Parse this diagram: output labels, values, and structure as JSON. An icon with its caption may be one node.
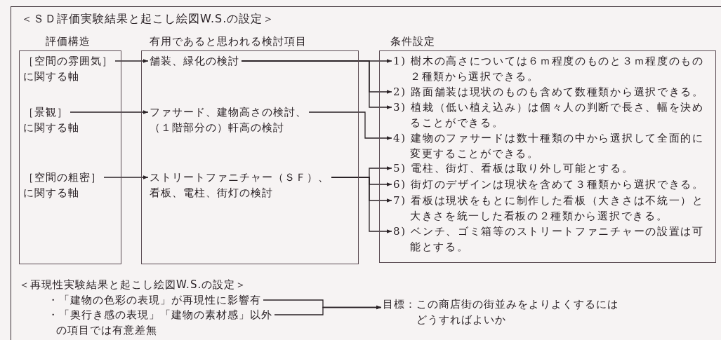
{
  "diagram": {
    "title": "＜ＳＤ評価実験結果と起こし絵図W.S.の設定＞",
    "nodes": [
      {
        "text": [
          "評価構造"
        ]
      },
      {
        "text": [
          "［空間の雰囲気］に関する軸"
        ],
        "in": 0
      },
      {
        "text": [
          "［景観］に関する軸"
        ],
        "in": 0
      },
      {
        "text": [
          "［空間の粗密］に関する軸"
        ],
        "in": 0
      },
      {
        "text": [
          "有用であると思われる検討項目"
        ]
      },
      {
        "text": [
          "舗装、緑化の検討"
        ],
        "in": 4
      },
      {
        "text": [
          "ファサード、建物高さの検討、（１階部分の）軒高の検討"
        ],
        "in": 4
      },
      {
        "text": [
          "ストリートファニチャー（ＳＦ）、看板、電柱、街灯の検討"
        ],
        "in": 4
      },
      {
        "text": [
          "条件設定"
        ]
      },
      {
        "text": [
          "1) 樹木の高さについては６ｍ程度のものと３ｍ程度のもの２種類から選択できる。"
        ],
        "in": 8
      },
      {
        "text": [
          "2) 路面舗装は現状のものも含めて数種類から選択できる。"
        ],
        "in": 8
      },
      {
        "text": [
          "3) 植栽（低い植え込み）は個々人の判断で長さ、幅を決めることができる。"
        ],
        "in": 8
      },
      {
        "text": [
          "4) 建物のファサードは数十種類の中から選択して全面的に変更することができる。"
        ],
        "in": 8
      },
      {
        "text": [
          "5) 電柱、街灯、看板は取り外し可能とする。"
        ],
        "in": 8
      },
      {
        "text": [
          "6) 街灯のデザインは現状を含めて３種類から選択できる。"
        ],
        "in": 8
      },
      {
        "text": [
          "7) 看板は現状をもとに制作した看板（大きさは不統一）と大きさを統一した看板の２種類から選択できる。"
        ],
        "in": 8
      },
      {
        "text": [
          "8) ベンチ、ゴミ箱等のストリートファニチャーの設置は可能とする。"
        ],
        "in": 8
      },
      {
        "text": [
          "・「建物の色彩の表現」が再現性に影響有"
        ]
      },
      {
        "text": [
          "・「奥行き感の表現」「建物の素材感」以外の項目では有意差無"
        ]
      },
      {
        "text": [
          "目標：この商店街の街並みをよりよくするにはどうすればよいか"
        ]
      }
    ],
    "edges": [
      {
        "from": 1,
        "to": 5,
        "arrow": "to"
      },
      {
        "from": 2,
        "to": 6,
        "arrow": "to"
      },
      {
        "from": 3,
        "to": 7,
        "arrow": "to"
      },
      {
        "from": 5,
        "to": 9,
        "arrow": "to"
      },
      {
        "from": 5,
        "to": 10,
        "arrow": "to"
      },
      {
        "from": 5,
        "to": 11,
        "arrow": "to"
      },
      {
        "from": 6,
        "to": 12,
        "arrow": "to"
      },
      {
        "from": 7,
        "to": 13,
        "arrow": "to"
      },
      {
        "from": 7,
        "to": 14,
        "arrow": "to"
      },
      {
        "from": 7,
        "to": 15,
        "arrow": "to"
      },
      {
        "from": 7,
        "to": 16,
        "arrow": "to"
      },
      {
        "from": 17,
        "to": 19,
        "arrow": "to"
      },
      {
        "from": 18,
        "to": 19,
        "arrow": "to"
      }
    ],
    "labels": [
      "＜再現性実験結果と起こし絵図W.S.の設定＞"
    ]
  }
}
